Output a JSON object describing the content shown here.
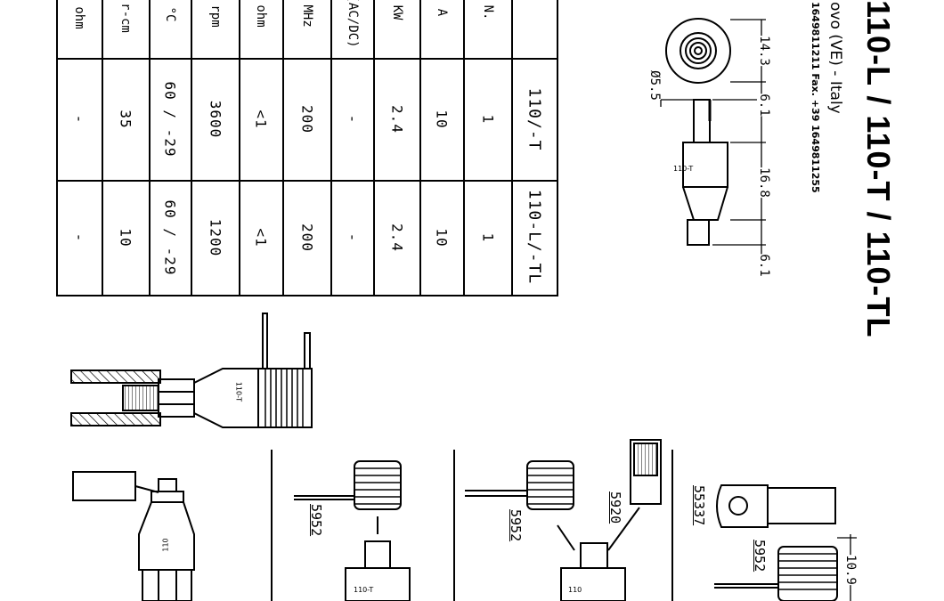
{
  "header": {
    "title": "110-L / 110-T / 110-TL",
    "address": "ovo (VE) - Italy",
    "phone_fax": "1649811211 Fax. +39 1649811255"
  },
  "spec_table": {
    "column_headers": [
      "",
      "110/-T",
      "110-L/-TL"
    ],
    "rows": [
      {
        "unit": "N.",
        "v1": "1",
        "v2": "1"
      },
      {
        "unit": "A",
        "v1": "10",
        "v2": "10"
      },
      {
        "unit": "KW",
        "v1": "2.4",
        "v2": "2.4"
      },
      {
        "unit": "(AC/DC)",
        "v1": "-",
        "v2": "-"
      },
      {
        "unit": "MHz",
        "v1": "200",
        "v2": "200"
      },
      {
        "unit": "ohm",
        "v1": "<1",
        "v2": "<1"
      },
      {
        "unit": "rpm",
        "v1": "3600",
        "v2": "1200"
      },
      {
        "unit": "°C",
        "v1": "60 / -29",
        "v2": "60 / -29"
      },
      {
        "unit": "r-cm",
        "v1": "35",
        "v2": "10"
      },
      {
        "unit": "ohm",
        "v1": "-",
        "v2": "-"
      }
    ]
  },
  "dimensions": {
    "d1": "14.3",
    "d2": "6.1",
    "d3": "16.8",
    "d4": "6.1",
    "diameter": "Ø5.5",
    "d5": "10.9"
  },
  "labels": {
    "brush_top": "110-T",
    "brush_mid": "110-T",
    "brush_a": "110",
    "brush_b": "110-T",
    "brush_c": "110"
  },
  "part_numbers": {
    "p1": "5952",
    "p2": "5952",
    "p3": "5920",
    "p4": "55337",
    "p5": "5952"
  }
}
